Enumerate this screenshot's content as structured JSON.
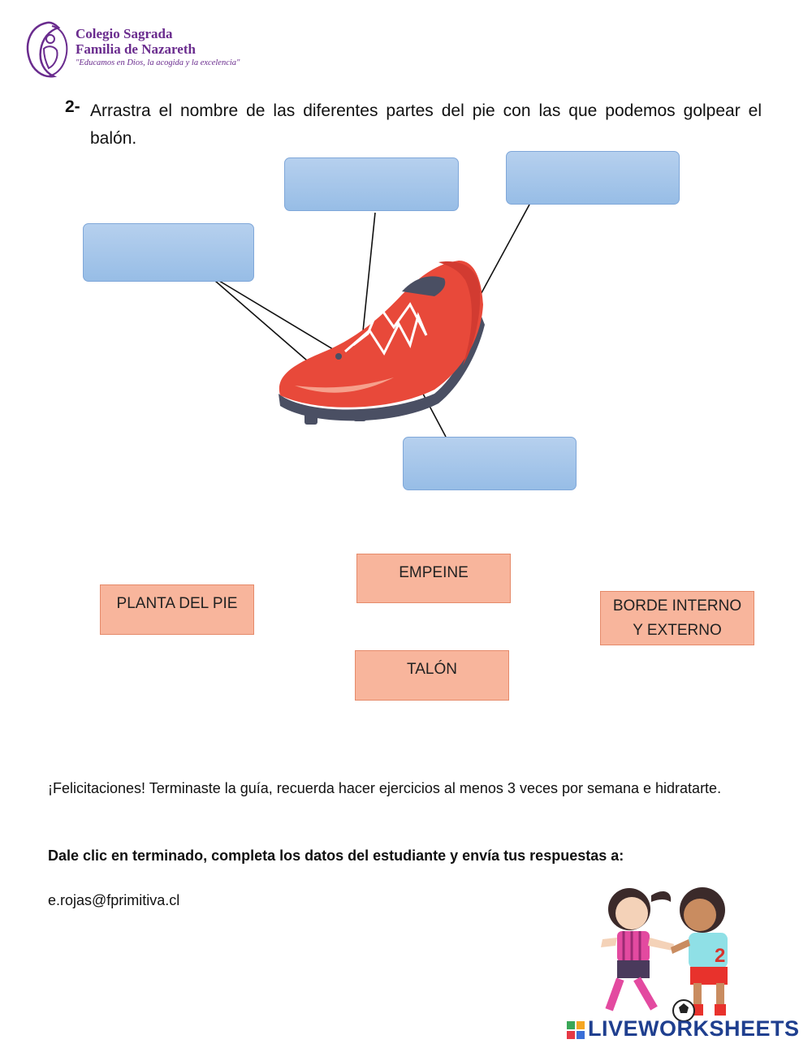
{
  "header": {
    "school_name_line1": "Colegio Sagrada",
    "school_name_line2": "Familia de Nazareth",
    "motto": "\"Educamos en Dios, la acogida y la excelencia\""
  },
  "question": {
    "number": "2-",
    "text": "Arrastra el nombre de las diferentes partes del pie con las que podemos golpear el balón."
  },
  "drop_zones": [
    "",
    "",
    "",
    ""
  ],
  "word_tiles": {
    "empeine": "EMPEINE",
    "planta": "PLANTA DEL PIE",
    "borde_line1": "BORDE INTERNO",
    "borde_line2": "Y EXTERNO",
    "talon": "TALÓN"
  },
  "footer": {
    "congrats": "¡Felicitaciones! Terminaste la guía, recuerda hacer ejercicios al menos 3 veces por semana e hidratarte.",
    "instruction": "Dale clic en terminado, completa los datos del estudiante y envía tus respuestas a:",
    "email": "e.rojas@fprimitiva.cl"
  },
  "brand": {
    "name": "LIVEWORKSHEETS"
  },
  "colors": {
    "drop_zone": "#a8c8ec",
    "tile": "#f8b59c",
    "shoe": "#e8493a",
    "brand_purple": "#6a2c8e",
    "brand_blue": "#1f3f8f"
  }
}
